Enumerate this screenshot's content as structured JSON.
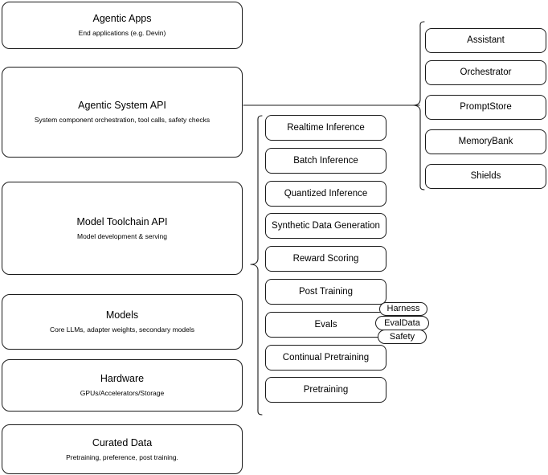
{
  "diagram": {
    "title": "AI stack layers with agentic system and model toolchain capabilities",
    "stroke_color": "#1a1a1a",
    "background_color": "#ffffff"
  },
  "stack_layers": [
    {
      "title": "Agentic Apps",
      "subtitle": "End applications (e.g. Devin)"
    },
    {
      "title": "Agentic System API",
      "subtitle": "System component orchestration, tool calls, safety checks"
    },
    {
      "title": "Model Toolchain API",
      "subtitle": "Model development & serving"
    },
    {
      "title": "Models",
      "subtitle": "Core LLMs, adapter weights, secondary models"
    },
    {
      "title": "Hardware",
      "subtitle": "GPUs/Accelerators/Storage"
    },
    {
      "title": "Curated Data",
      "subtitle": "Pretraining, preference, post training."
    }
  ],
  "agentic_system_components": [
    {
      "label": "Assistant"
    },
    {
      "label": "Orchestrator"
    },
    {
      "label": "PromptStore"
    },
    {
      "label": "MemoryBank"
    },
    {
      "label": "Shields"
    }
  ],
  "model_toolchain_components": [
    {
      "label": "Realtime Inference"
    },
    {
      "label": "Batch Inference"
    },
    {
      "label": "Quantized Inference"
    },
    {
      "label": "Synthetic Data Generation"
    },
    {
      "label": "Reward Scoring"
    },
    {
      "label": "Post Training"
    },
    {
      "label": "Evals"
    },
    {
      "label": "Continual Pretraining"
    },
    {
      "label": "Pretraining"
    }
  ],
  "evals_subcomponents": [
    {
      "label": "Harness"
    },
    {
      "label": "EvalData"
    },
    {
      "label": "Safety"
    }
  ]
}
